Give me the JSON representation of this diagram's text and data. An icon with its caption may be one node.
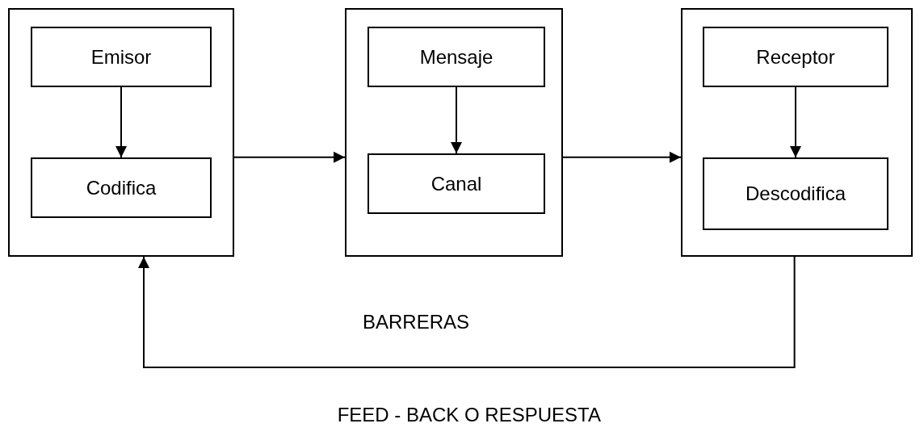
{
  "diagram": {
    "nodes": [
      {
        "text": [],
        "shape": "box"
      },
      {
        "text": [
          "Emisor"
        ],
        "in": 0
      },
      {
        "text": [
          "Codifica"
        ],
        "in": 0
      },
      {
        "text": [],
        "shape": "box"
      },
      {
        "text": [
          "Mensaje"
        ],
        "in": 3
      },
      {
        "text": [
          "Canal"
        ],
        "in": 3
      },
      {
        "text": [],
        "shape": "box"
      },
      {
        "text": [
          "Receptor"
        ],
        "in": 6
      },
      {
        "text": [
          "Descodifica"
        ],
        "in": 6
      }
    ],
    "edges": [
      {
        "from": 1,
        "to": 2,
        "arrow": "to"
      },
      {
        "from": 0,
        "to": 3,
        "arrow": "to"
      },
      {
        "from": 4,
        "to": 5,
        "arrow": "to"
      },
      {
        "from": 3,
        "to": 6,
        "arrow": "to"
      },
      {
        "from": 7,
        "to": 8,
        "arrow": "to"
      },
      {
        "from": 6,
        "to": 0,
        "arrow": "to",
        "label": "FEED - BACK O RESPUESTA"
      }
    ],
    "labels": [
      "BARRERAS"
    ]
  }
}
